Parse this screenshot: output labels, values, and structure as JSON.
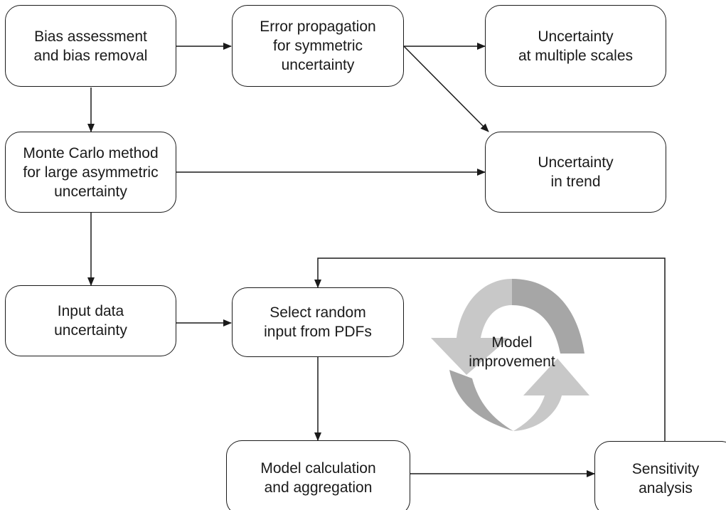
{
  "nodes": {
    "bias": {
      "lines": [
        "Bias assessment",
        "and bias removal"
      ]
    },
    "error_prop": {
      "lines": [
        "Error propagation",
        "for symmetric",
        "uncertainty"
      ]
    },
    "multi_scale": {
      "lines": [
        "Uncertainty",
        "at multiple scales"
      ]
    },
    "monte_carlo": {
      "lines": [
        "Monte Carlo method",
        "for large asymmetric",
        "uncertainty"
      ]
    },
    "trend": {
      "lines": [
        "Uncertainty",
        "in trend"
      ]
    },
    "input_data": {
      "lines": [
        "Input data",
        "uncertainty"
      ]
    },
    "select_random": {
      "lines": [
        "Select random",
        "input from PDFs"
      ]
    },
    "model_calc": {
      "lines": [
        "Model calculation",
        "and aggregation"
      ]
    },
    "sensitivity": {
      "lines": [
        "Sensitivity",
        "analysis"
      ]
    }
  },
  "cycle": {
    "lines": [
      "Model",
      "improvement"
    ]
  },
  "colors": {
    "stroke": "#1a1a1a",
    "cycle_light": "#c8c8c8",
    "cycle_dark": "#a6a6a6"
  }
}
